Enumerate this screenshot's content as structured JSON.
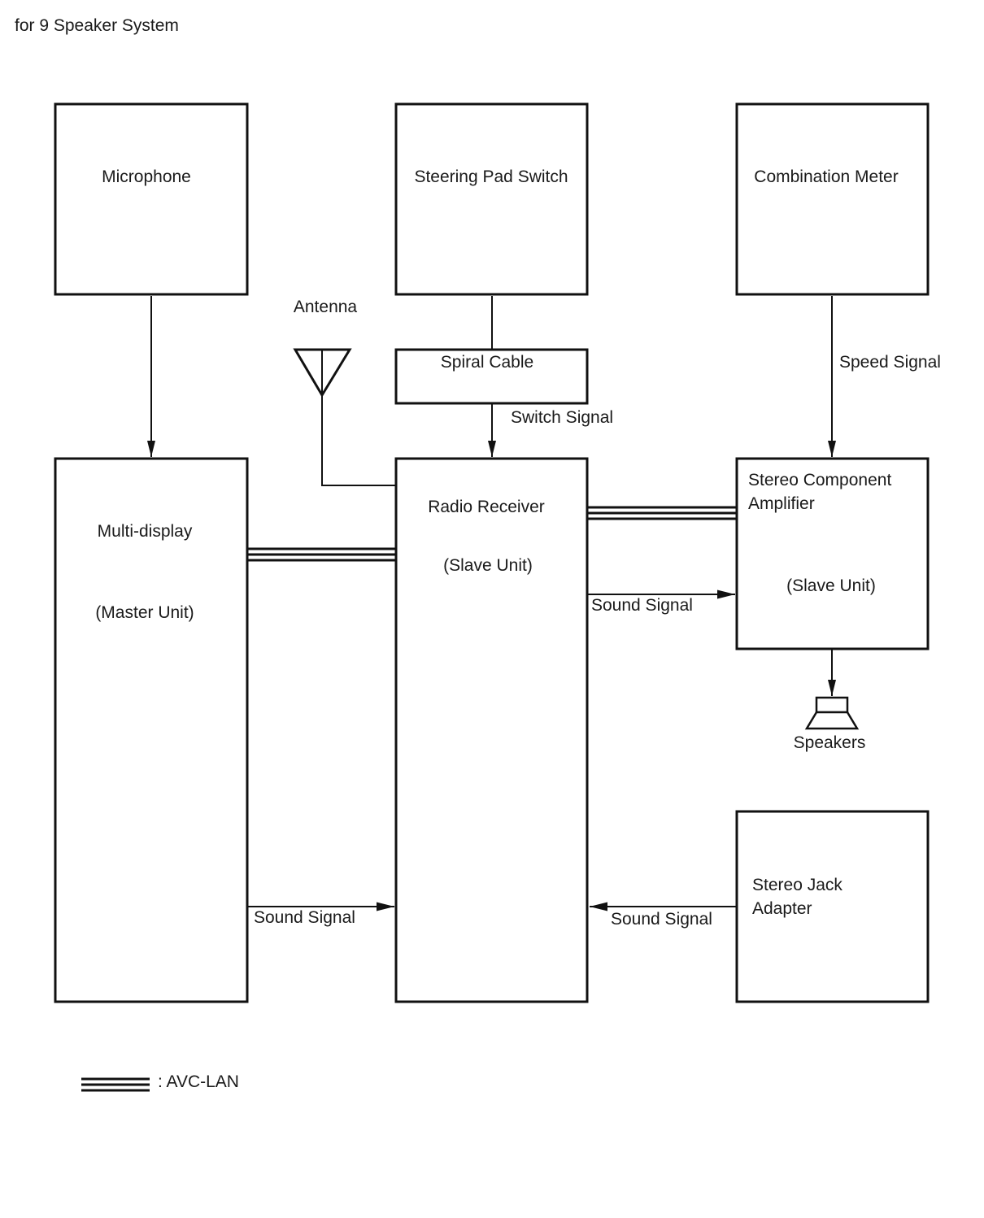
{
  "title": "for 9 Speaker System",
  "blocks": {
    "microphone": "Microphone",
    "steering_pad_switch": "Steering Pad Switch",
    "combination_meter": "Combination Meter",
    "antenna": "Antenna",
    "spiral_cable": "Spiral Cable",
    "multi_display": {
      "name": "Multi-display",
      "role": "(Master Unit)"
    },
    "radio_receiver": {
      "name": "Radio Receiver",
      "role": "(Slave Unit)"
    },
    "stereo_amp": {
      "name_line1": "Stereo Component",
      "name_line2": "Amplifier",
      "role": "(Slave Unit)"
    },
    "speakers": "Speakers",
    "stereo_jack": {
      "line1": "Stereo Jack",
      "line2": "Adapter"
    }
  },
  "signals": {
    "switch_signal": "Switch Signal",
    "speed_signal": "Speed Signal",
    "sound_signal_amp": "Sound Signal",
    "sound_signal_md": "Sound Signal",
    "sound_signal_jack": "Sound Signal"
  },
  "legend": {
    "avc_lan": ": AVC-LAN"
  }
}
